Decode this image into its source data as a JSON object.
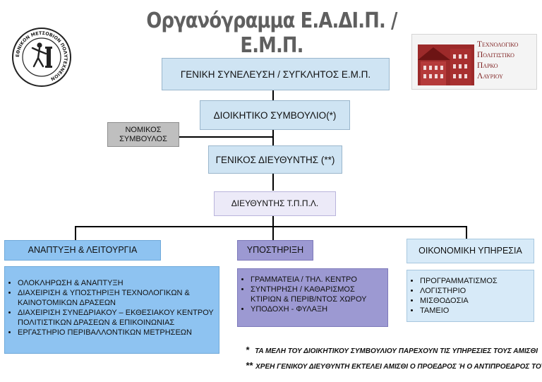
{
  "title": "Οργανόγραμμα Ε.Α.ΔΙ.Π. / Ε.Μ.Π.",
  "logos": {
    "ntua_seal_text": "ΕΘΝΙΚΟΝ ΜΕΤΣΟΒΙΟΝ ΠΟΛΥΤΕΧΝΕΙΟΝ",
    "park_lines": [
      "Τεχνολογικο",
      "Πολιτιστικο",
      "Παρκο",
      "Λαυριου"
    ]
  },
  "nodes": {
    "assembly": "ΓΕΝΙΚΗ ΣΥΝΕΛΕΥΣΗ / ΣΥΓΚΛΗΤΟΣ Ε.Μ.Π.",
    "board": "ΔΙΟΙΚΗΤΙΚΟ ΣΥΜΒΟΥΛΙΟ(*)",
    "legal": "ΝΟΜΙΚΟΣ ΣΥΜΒΟΥΛΟΣ",
    "general_director": "ΓΕΝΙΚΟΣ ΔΙΕΥΘΥΝΤΗΣ (**)",
    "director": "ΔΙΕΥΘΥΝΤΗΣ Τ.Π.Π.Λ.",
    "development": {
      "label": "ΑΝΑΠΤΥΞΗ & ΛΕΙΤΟΥΡΓΙΑ",
      "items": [
        "ΟΛΟΚΛΗΡΩΣΗ & ΑΝΑΠΤΥΞΗ",
        "ΔΙΑΧΕΙΡΙΣΗ & ΥΠΟΣΤΗΡΙΞΗ ΤΕΧΝΟΛΟΓΙΚΩΝ & ΚΑΙΝΟΤΟΜΙΚΩΝ ΔΡΑΣΕΩΝ",
        "ΔΙΑΧΕΙΡΙΣΗ ΣΥΝΕΔΡΙΑΚΟΥ – ΕΚΘΕΣΙΑΚΟΥ ΚΕΝΤΡΟΥ ΠΟΛΙΤΙΣΤΙΚΩΝ ΔΡΑΣΕΩΝ & ΕΠΙΚΟΙΝΩΝΙΑΣ",
        "ΕΡΓΑΣΤΗΡΙΟ ΠΕΡΙΒΑΛΛΟΝΤΙΚΩΝ ΜΕΤΡΗΣΕΩΝ"
      ]
    },
    "support": {
      "label": "ΥΠΟΣΤΗΡΙΞΗ",
      "items": [
        "ΓΡΑΜΜΑΤΕΙΑ / ΤΗΛ. ΚΕΝΤΡΟ",
        "ΣΥΝΤΗΡΗΣΗ / ΚΑΘΑΡΙΣΜΟΣ ΚΤΙΡΙΩΝ & ΠΕΡΙΒ/ΝΤΟΣ ΧΩΡΟΥ",
        "ΥΠΟΔΟΧΗ - ΦΥΛΑΞΗ"
      ]
    },
    "finance": {
      "label": "ΟΙΚΟΝΟΜΙΚΗ ΥΠΗΡΕΣΙΑ",
      "items": [
        "ΠΡΟΓΡΑΜΜΑΤΙΣΜΟΣ",
        "ΛΟΓΙΣΤΗΡΙΟ",
        "ΜΙΣΘΟΔΟΣΙΑ",
        "ΤΑΜΕΙΟ"
      ]
    }
  },
  "notes": [
    {
      "mark": "*",
      "text": "ΤΑ ΜΕΛΗ ΤΟΥ ΔΙΟΙΚΗΤΙΚΟΥ ΣΥΜΒΟΥΛΙΟΥ ΠΑΡΕΧΟΥΝ ΤΙΣ ΥΠΗΡΕΣΙΕΣ ΤΟΥΣ ΑΜΙΣΘΙ"
    },
    {
      "mark": "**",
      "text": "ΧΡΕΗ ΓΕΝΙΚΟΥ ΔΙΕΥΘΥΝΤΗ ΕΚΤΕΛΕΙ ΑΜΙΣΘΙ Ο ΠΡΟΕΔΡΟΣ Ή Ο ΑΝΤΙΠΡΟΕΔΡΟΣ ΤΟΥ ΔΣ"
    }
  ],
  "colors": {
    "title": "#5f5f5f",
    "light_blue": "#cfe4f3",
    "blue": "#8ec3f1",
    "purple": "#9c99d2",
    "pale_blue": "#d7eaf8",
    "lavender": "#eceaf8",
    "gray": "#bfbfbf",
    "park_red": "#8b1a1a"
  }
}
